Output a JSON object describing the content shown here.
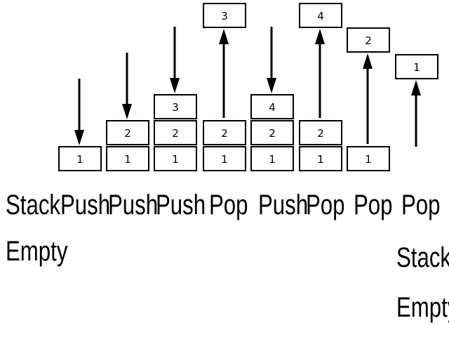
{
  "steps": [
    {
      "label": "Stack",
      "sublabel": "Empty",
      "stack": [],
      "moving": null
    },
    {
      "label": "Push",
      "sublabel": "",
      "stack": [
        "1"
      ],
      "moving": "1",
      "direction": "push"
    },
    {
      "label": "Push",
      "sublabel": "",
      "stack": [
        "1",
        "2"
      ],
      "moving": "2",
      "direction": "push"
    },
    {
      "label": "Push",
      "sublabel": "",
      "stack": [
        "1",
        "2",
        "3"
      ],
      "moving": "3",
      "direction": "push"
    },
    {
      "label": "Pop",
      "sublabel": "",
      "stack": [
        "1",
        "2"
      ],
      "moving": "3",
      "direction": "pop"
    },
    {
      "label": "Push",
      "sublabel": "",
      "stack": [
        "1",
        "2",
        "4"
      ],
      "moving": "4",
      "direction": "push"
    },
    {
      "label": "Pop",
      "sublabel": "",
      "stack": [
        "1",
        "2"
      ],
      "moving": "4",
      "direction": "pop"
    },
    {
      "label": "Pop",
      "sublabel": "",
      "stack": [
        "1"
      ],
      "moving": "2",
      "direction": "pop"
    },
    {
      "label": "Pop",
      "sublabel": "Stack",
      "sublabel2": "Empty",
      "stack": [],
      "moving": "1",
      "direction": "pop"
    }
  ],
  "colors": {
    "ink": "#000000",
    "background": "#ffffff"
  }
}
